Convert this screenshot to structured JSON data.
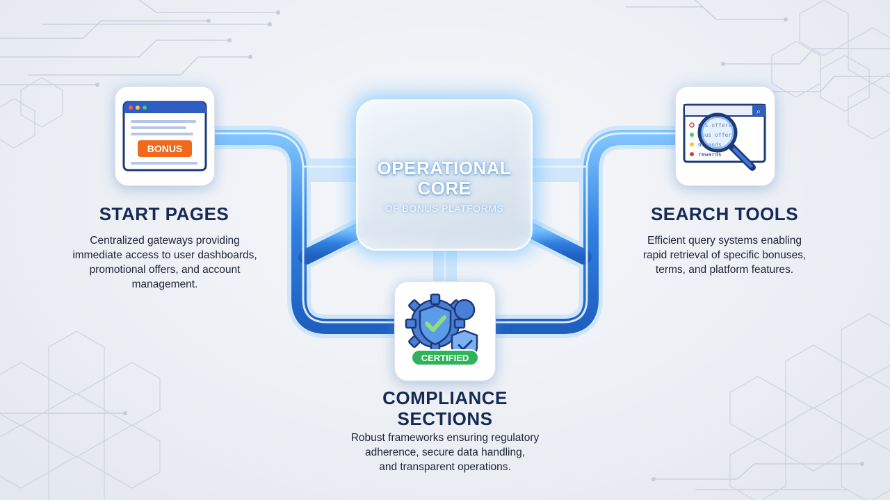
{
  "core": {
    "title_lines": [
      "OPERATIONAL",
      "CORE"
    ],
    "subtitle": "OF BONUS PLATFORMS"
  },
  "start_pages": {
    "heading": "START PAGES",
    "description_lines": [
      "Centralized gateways providing",
      "immediate access to user dashboards,",
      "promotional offers, and account",
      "management."
    ],
    "icon": "browser-window-icon",
    "badge": "BONUS"
  },
  "search_tools": {
    "heading": "SEARCH TOOLS",
    "description_lines": [
      "Efficient query systems enabling",
      "rapid retrieval of specific bonuses,",
      "terms, and platform features."
    ],
    "icon": "magnifier-search-icon",
    "list_items": [
      "nus offers",
      "onus offers",
      "ntrends",
      "rewards"
    ]
  },
  "compliance": {
    "heading_lines": [
      "COMPLIANCE",
      "SECTIONS"
    ],
    "description_lines": [
      "Robust frameworks ensuring regulatory",
      "adherence, secure data handling,",
      "and transparent operations."
    ],
    "icon": "gear-shield-icon",
    "badge": "CERTIFIED"
  },
  "colors": {
    "heading": "#152a55",
    "pipe": "#3b8fe8",
    "pipe_glow": "#9fd2ff",
    "bonus_badge": "#f06a1e",
    "certified_badge": "#2fb35a"
  }
}
